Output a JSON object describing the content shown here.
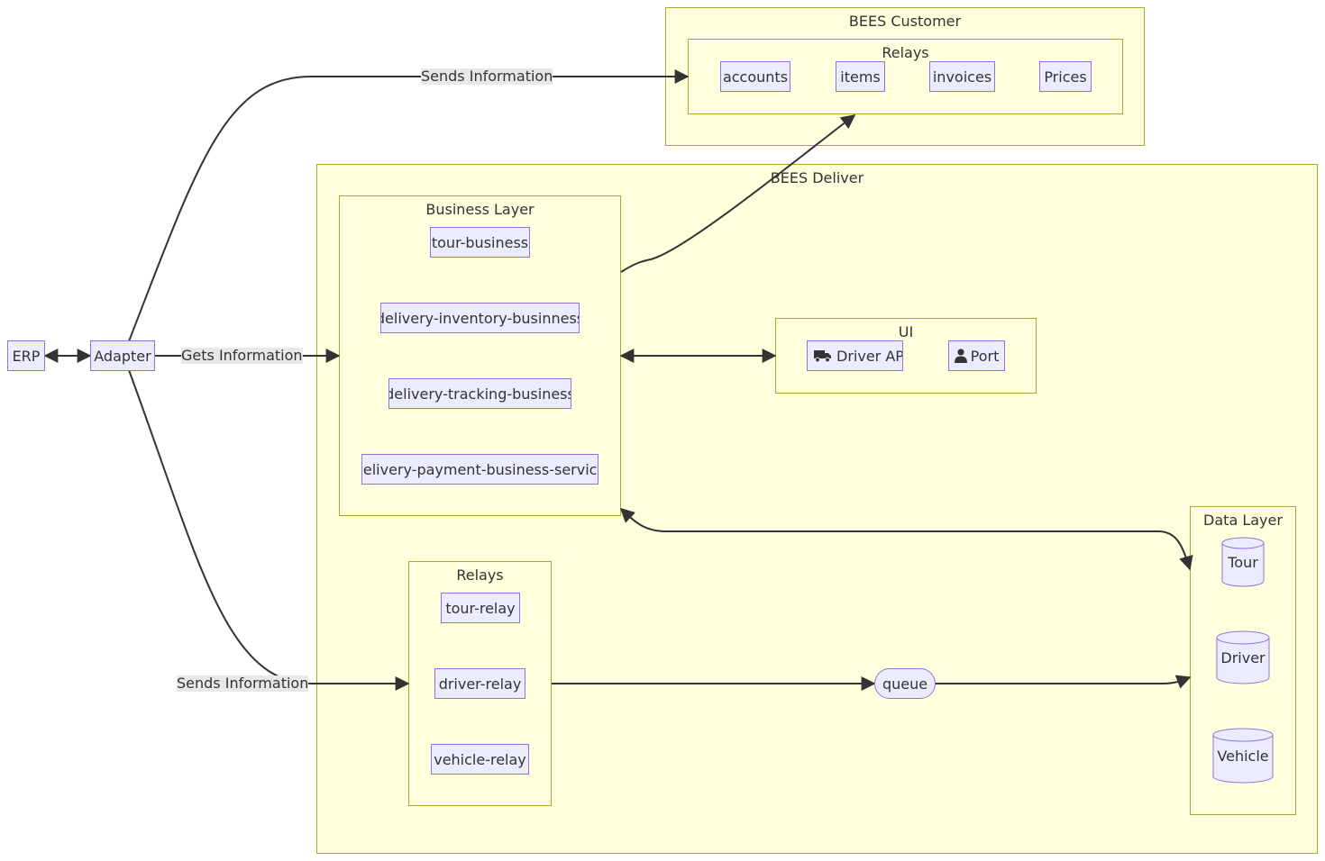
{
  "clusters": {
    "bees_customer": {
      "title": "BEES Customer"
    },
    "customer_relays": {
      "title": "Relays"
    },
    "bees_deliver": {
      "title": "BEES Deliver"
    },
    "business_layer": {
      "title": "Business Layer"
    },
    "ui": {
      "title": "UI"
    },
    "deliver_relays": {
      "title": "Relays"
    },
    "data_layer": {
      "title": "Data Layer"
    }
  },
  "nodes": {
    "erp": "ERP",
    "adapter": "Adapter",
    "accounts": "accounts",
    "items": "items",
    "invoices": "invoices",
    "prices": "Prices",
    "tour_business": "tour-business",
    "delivery_inventory": "delivery-inventory-businness",
    "delivery_tracking": "delivery-tracking-business",
    "delivery_payment": "delivery-payment-business-service",
    "driver_app": "Driver APP",
    "port": "Port",
    "tour_relay": "tour-relay",
    "driver_relay": "driver-relay",
    "vehicle_relay": "vehicle-relay",
    "queue": "queue",
    "db_tour": "Tour",
    "db_driver": "Driver",
    "db_vehicle": "Vehicle"
  },
  "edge_labels": {
    "adapter_to_customer": "Sends Information",
    "adapter_to_business": "Gets Information",
    "adapter_to_relays": "Sends Information"
  },
  "icons": {
    "driver_app": "truck-icon",
    "port": "user-icon"
  },
  "colors": {
    "cluster_fill": "#ffffde",
    "cluster_stroke": "#aaaa33",
    "node_fill": "#ececff",
    "node_stroke": "#9370db",
    "edge": "#333333",
    "edge_label_bg": "#e8e8e8"
  }
}
